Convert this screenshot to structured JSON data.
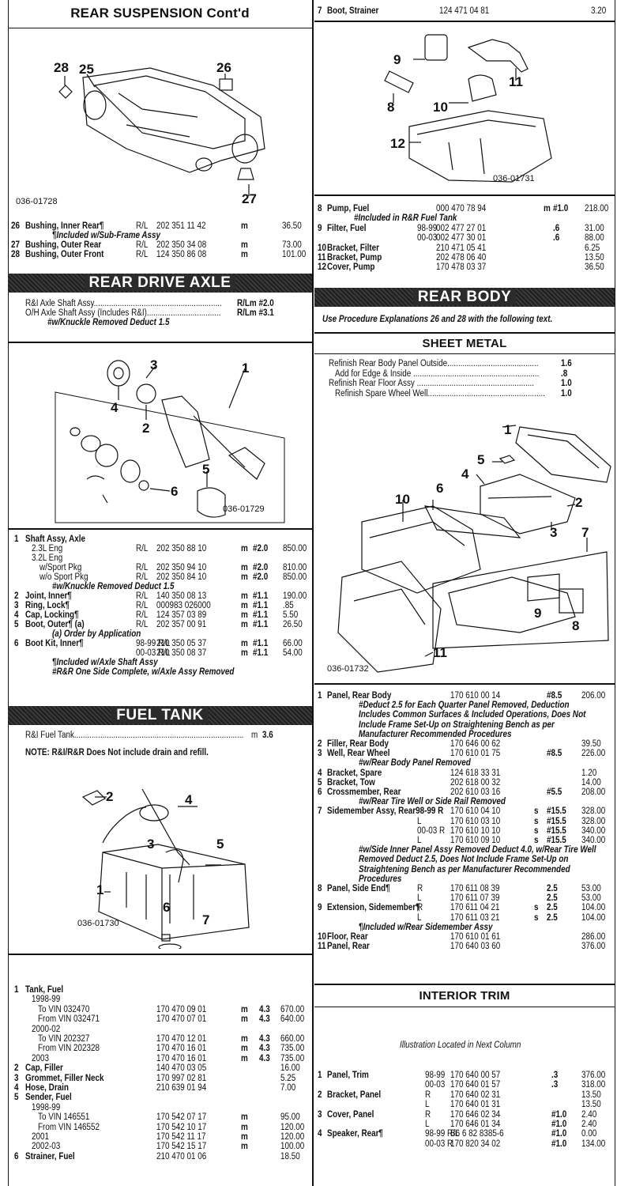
{
  "left": {
    "suspension": {
      "title": "REAR SUSPENSION Cont'd",
      "figure_id": "036-01728",
      "callouts": [
        "28",
        "25",
        "26",
        "27"
      ],
      "parts": [
        {
          "no": "26",
          "name": "Bushing, Inner Rear¶",
          "side": "R/L",
          "part": "202 351 11 42",
          "flag": "m",
          "labor": "",
          "price": "36.50"
        },
        {
          "note": "¶Included w/Sub-Frame Assy"
        },
        {
          "no": "27",
          "name": "Bushing, Outer Rear",
          "side": "R/L",
          "part": "202 350 34 08",
          "flag": "m",
          "labor": "",
          "price": "73.00"
        },
        {
          "no": "28",
          "name": "Bushing, Outer Front",
          "side": "R/L",
          "part": "124 350 86 08",
          "flag": "m",
          "labor": "",
          "price": "101.00"
        }
      ]
    },
    "drive_axle": {
      "title": "REAR DRIVE AXLE",
      "ops": [
        {
          "text": "R&I Axle Shaft Assy...........................................................",
          "code": "R/Lm #2.0"
        },
        {
          "text": "O/H Axle Shaft Assy (Includes R&I)..................................",
          "code": "R/Lm #3.1"
        }
      ],
      "note": "#w/Knuckle Removed Deduct 1.5",
      "figure_id": "036-01729",
      "callouts": [
        "3",
        "1",
        "4",
        "2",
        "5",
        "6"
      ],
      "parts": [
        {
          "no": "1",
          "name": "Shaft Assy, Axle",
          "side": "",
          "part": "",
          "flag": "",
          "labor": "",
          "price": ""
        },
        {
          "sub": "2.3L Eng",
          "side": "R/L",
          "part": "202 350 88 10",
          "flag": "m",
          "labor": "#2.0",
          "price": "850.00"
        },
        {
          "sub": "3.2L Eng"
        },
        {
          "sub2": "w/Sport Pkg",
          "side": "R/L",
          "part": "202 350 94 10",
          "flag": "m",
          "labor": "#2.0",
          "price": "810.00"
        },
        {
          "sub2": "w/o Sport Pkg",
          "side": "R/L",
          "part": "202 350 84 10",
          "flag": "m",
          "labor": "#2.0",
          "price": "850.00"
        },
        {
          "note": "#w/Knuckle Removed Deduct 1.5"
        },
        {
          "no": "2",
          "name": "Joint, Inner¶",
          "side": "R/L",
          "part": "140 350 08 13",
          "flag": "m",
          "labor": "#1.1",
          "price": "190.00"
        },
        {
          "no": "3",
          "name": "Ring, Lock¶",
          "side": "R/L",
          "part": "000983 026000",
          "flag": "m",
          "labor": "#1.1",
          "price": ".85"
        },
        {
          "no": "4",
          "name": "Cap, Locking¶",
          "side": "R/L",
          "part": "124 357 03 89",
          "flag": "m",
          "labor": "#1.1",
          "price": "5.50"
        },
        {
          "no": "5",
          "name": "Boot, Outer¶ (a)",
          "side": "R/L",
          "part": "202 357 00 91",
          "flag": "m",
          "labor": "#1.1",
          "price": "26.50"
        },
        {
          "note": "(a) Order by Application"
        },
        {
          "no": "6",
          "name": "Boot Kit, Inner¶",
          "side": "98-99 R/L",
          "part": "210 350 05 37",
          "flag": "m",
          "labor": "#1.1",
          "price": "66.00"
        },
        {
          "sub3": "00-03 R/L",
          "part": "210 350 08 37",
          "flag": "m",
          "labor": "#1.1",
          "price": "54.00"
        },
        {
          "note": "¶Included w/Axle Shaft Assy"
        },
        {
          "note": "#R&R One Side Complete, w/Axle Assy Removed"
        }
      ]
    },
    "fuel_tank": {
      "title": "FUEL TANK",
      "op": {
        "text": "R&I Fuel Tank..............................................................................",
        "code": "m",
        "labor": "3.6"
      },
      "note": "NOTE: R&I/R&R Does Not include drain and refill.",
      "figure_id": "036-01730",
      "callouts": [
        "2",
        "4",
        "3",
        "5",
        "1",
        "6",
        "7"
      ],
      "parts": [
        {
          "no": "1",
          "name": "Tank, Fuel"
        },
        {
          "sub": "1998-99"
        },
        {
          "sub2": "To VIN 032470",
          "part": "170 470 09 01",
          "flag": "m",
          "labor": "4.3",
          "price": "670.00"
        },
        {
          "sub2": "From VIN 032471",
          "part": "170 470 07 01",
          "flag": "m",
          "labor": "4.3",
          "price": "640.00"
        },
        {
          "sub": "2000-02"
        },
        {
          "sub2": "To VIN 202327",
          "part": "170 470 12 01",
          "flag": "m",
          "labor": "4.3",
          "price": "660.00"
        },
        {
          "sub2": "From VIN 202328",
          "part": "170 470 16 01",
          "flag": "m",
          "labor": "4.3",
          "price": "735.00"
        },
        {
          "sub": "2003",
          "part": "170 470 16 01",
          "flag": "m",
          "labor": "4.3",
          "price": "735.00"
        },
        {
          "no": "2",
          "name": "Cap, Filler",
          "part": "140 470 03 05",
          "price": "16.00"
        },
        {
          "no": "3",
          "name": "Grommet, Filler Neck",
          "part": "170 997 02 81",
          "price": "5.25"
        },
        {
          "no": "4",
          "name": "Hose, Drain",
          "part": "210 639 01 94",
          "price": "7.00"
        },
        {
          "no": "5",
          "name": "Sender, Fuel"
        },
        {
          "sub": "1998-99"
        },
        {
          "sub2": "To VIN 146551",
          "part": "170 542 07 17",
          "flag": "m",
          "price": "95.00"
        },
        {
          "sub2": "From VIN 146552",
          "part": "170 542 10 17",
          "flag": "m",
          "price": "120.00"
        },
        {
          "sub": "2001",
          "part": "170 542 11 17",
          "flag": "m",
          "price": "120.00"
        },
        {
          "sub": "2002-03",
          "part": "170 542 15 17",
          "flag": "m",
          "price": "100.00"
        },
        {
          "no": "6",
          "name": "Strainer, Fuel",
          "part": "210 470 01 06",
          "price": "18.50"
        }
      ]
    }
  },
  "right": {
    "top_parts": [
      {
        "no": "7",
        "name": "Boot, Strainer",
        "part": "124 471 04 81",
        "price": "3.20"
      }
    ],
    "strainer_fig": {
      "figure_id": "036-01731",
      "callouts": [
        "9",
        "11",
        "8",
        "10",
        "12"
      ]
    },
    "fuel_parts": [
      {
        "no": "8",
        "name": "Pump, Fuel",
        "part": "000 470 78 94",
        "flag": "m",
        "labor": "#1.0",
        "price": "218.00"
      },
      {
        "note": "#Included in R&R Fuel Tank"
      },
      {
        "no": "9",
        "name": "Filter, Fuel",
        "side": "98-99",
        "part": "002 477 27 01",
        "labor": ".6",
        "price": "31.00"
      },
      {
        "side": "00-03",
        "part": "002 477 30 01",
        "labor": ".6",
        "price": "88.00"
      },
      {
        "no": "10",
        "name": "Bracket, Filter",
        "part": "210 471 05 41",
        "price": "6.25"
      },
      {
        "no": "11",
        "name": "Bracket, Pump",
        "part": "202 478 06 40",
        "price": "13.50"
      },
      {
        "no": "12",
        "name": "Cover, Pump",
        "part": "170 478 03 37",
        "price": "36.50"
      }
    ],
    "rear_body": {
      "title": "REAR BODY",
      "procedure": "Use Procedure Explanations 26 and 28 with the following text.",
      "sheet_metal_title": "SHEET METAL",
      "refinish": [
        {
          "text": "Refinish Rear Body Panel Outside..........................................",
          "val": "1.6"
        },
        {
          "text": "Add for Edge & Inside ..........................................................",
          "val": ".8",
          "indent": true
        },
        {
          "text": "Refinish Rear Floor Assy ......................................................",
          "val": "1.0"
        },
        {
          "text": "Refinish Spare Wheel Well......................................................",
          "val": "1.0",
          "indent": true
        }
      ],
      "figure_id": "036-01732",
      "callouts": [
        "1",
        "5",
        "4",
        "10",
        "6",
        "2",
        "3",
        "7",
        "9",
        "8",
        "11"
      ],
      "parts": [
        {
          "no": "1",
          "name": "Panel, Rear Body",
          "part": "170 610 00 14",
          "labor": "#8.5",
          "price": "206.00"
        },
        {
          "note": "#Deduct 2.5 for Each Quarter Panel Removed, Deduction"
        },
        {
          "note": "Includes Common Surfaces & Included Operations, Does Not"
        },
        {
          "note": "Include Frame Set-Up on Straightening Bench as per"
        },
        {
          "note": "Manufacturer Recommended Procedures"
        },
        {
          "no": "2",
          "name": "Filler, Rear Body",
          "part": "170 646 00 62",
          "price": "39.50"
        },
        {
          "no": "3",
          "name": "Well, Rear Wheel",
          "part": "170 610 01 75",
          "labor": "#8.5",
          "price": "226.00"
        },
        {
          "note": "#w/Rear Body Panel Removed"
        },
        {
          "no": "4",
          "name": "Bracket, Spare",
          "part": "124 618 33 31",
          "price": "1.20"
        },
        {
          "no": "5",
          "name": "Bracket, Tow",
          "part": "202 618 00 32",
          "price": "14.00"
        },
        {
          "no": "6",
          "name": "Crossmember, Rear",
          "part": "202 610 03 16",
          "labor": "#5.5",
          "price": "208.00"
        },
        {
          "note": "#w/Rear Tire Well or Side Rail Removed"
        },
        {
          "no": "7",
          "name": "Sidemember Assy, Rear98-99 R",
          "part": "170 610 04 10",
          "flag": "s",
          "labor": "#15.5",
          "price": "328.00"
        },
        {
          "side": "L",
          "part": "170 610 03 10",
          "flag": "s",
          "labor": "#15.5",
          "price": "328.00"
        },
        {
          "side": "00-03 R",
          "part": "170 610 10 10",
          "flag": "s",
          "labor": "#15.5",
          "price": "340.00"
        },
        {
          "side": "L",
          "part": "170 610 09 10",
          "flag": "s",
          "labor": "#15.5",
          "price": "340.00"
        },
        {
          "note": "#w/Side Inner Panel Assy Removed Deduct 4.0, w/Rear Tire Well"
        },
        {
          "note": "Removed Deduct 2.5, Does Not Include Frame Set-Up on"
        },
        {
          "note": "Straightening Bench as per Manufacturer Recommended"
        },
        {
          "note": "Procedures"
        },
        {
          "no": "8",
          "name": "Panel, Side End¶",
          "side": "R",
          "part": "170 611 08 39",
          "labor": "2.5",
          "price": "53.00"
        },
        {
          "side": "L",
          "part": "170 611 07 39",
          "labor": "2.5",
          "price": "53.00"
        },
        {
          "no": "9",
          "name": "Extension, Sidemember¶",
          "side": "R",
          "part": "170 611 04 21",
          "flag": "s",
          "labor": "2.5",
          "price": "104.00"
        },
        {
          "side": "L",
          "part": "170 611 03 21",
          "flag": "s",
          "labor": "2.5",
          "price": "104.00"
        },
        {
          "note": "¶Included w/Rear Sidemember Assy"
        },
        {
          "no": "10",
          "name": "Floor, Rear",
          "part": "170 610 01 61",
          "price": "286.00"
        },
        {
          "no": "11",
          "name": "Panel, Rear",
          "part": "170 640 03 60",
          "price": "376.00"
        }
      ]
    },
    "interior_trim": {
      "title": "INTERIOR TRIM",
      "illustration_note": "Illustration Located in Next Column",
      "parts": [
        {
          "no": "1",
          "name": "Panel, Trim",
          "side": "98-99",
          "part": "170 640 00 57",
          "labor": ".3",
          "price": "376.00"
        },
        {
          "side": "00-03",
          "part": "170 640 01 57",
          "labor": ".3",
          "price": "318.00"
        },
        {
          "no": "2",
          "name": "Bracket, Panel",
          "side": "R",
          "part": "170 640 02 31",
          "price": "13.50"
        },
        {
          "side": "L",
          "part": "170 640 01 31",
          "price": "13.50"
        },
        {
          "no": "3",
          "name": "Cover, Panel",
          "side": "R",
          "part": "170 646 02 34",
          "labor": "#1.0",
          "price": "2.40"
        },
        {
          "side": "L",
          "part": "170 646 01 34",
          "labor": "#1.0",
          "price": "2.40"
        },
        {
          "no": "4",
          "name": "Speaker, Rear¶",
          "side": "98-99 R/L",
          "part": "B6 6 82 8385-6",
          "labor": "#1.0",
          "price": "0.00"
        },
        {
          "side": "00-03 R",
          "part": "170 820 34 02",
          "labor": "#1.0",
          "price": "134.00"
        }
      ]
    }
  }
}
